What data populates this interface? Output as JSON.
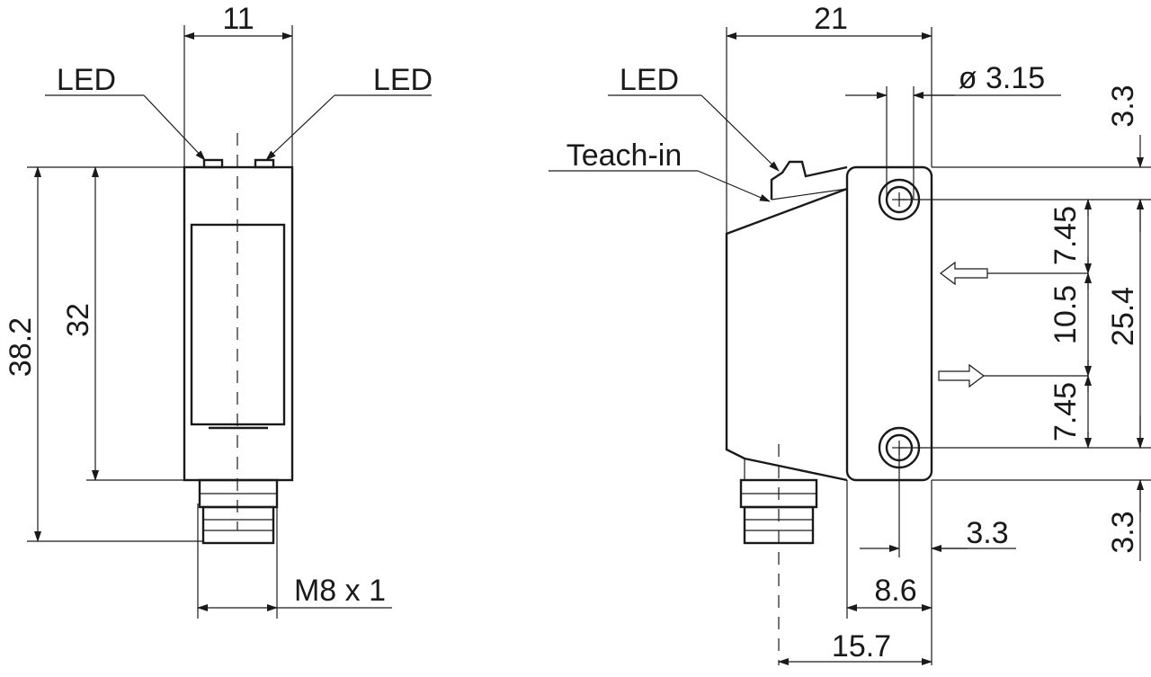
{
  "labels": {
    "led": "LED",
    "teach_in": "Teach-in",
    "thread": "M8 x 1",
    "hole_diameter": "ø 3.15"
  },
  "dimensions": {
    "front_width": "11",
    "front_total_height": "38.2",
    "front_body_height": "32",
    "side_width": "21",
    "top_margin": "3.3",
    "hole_to_axis_top": "7.45",
    "axis_spacing": "10.5",
    "hole_spacing": "25.4",
    "hole_to_axis_bottom": "7.45",
    "bottom_margin": "3.3",
    "hole_edge_offset": "3.3",
    "hole_center_offset": "8.6",
    "connector_offset": "15.7"
  }
}
